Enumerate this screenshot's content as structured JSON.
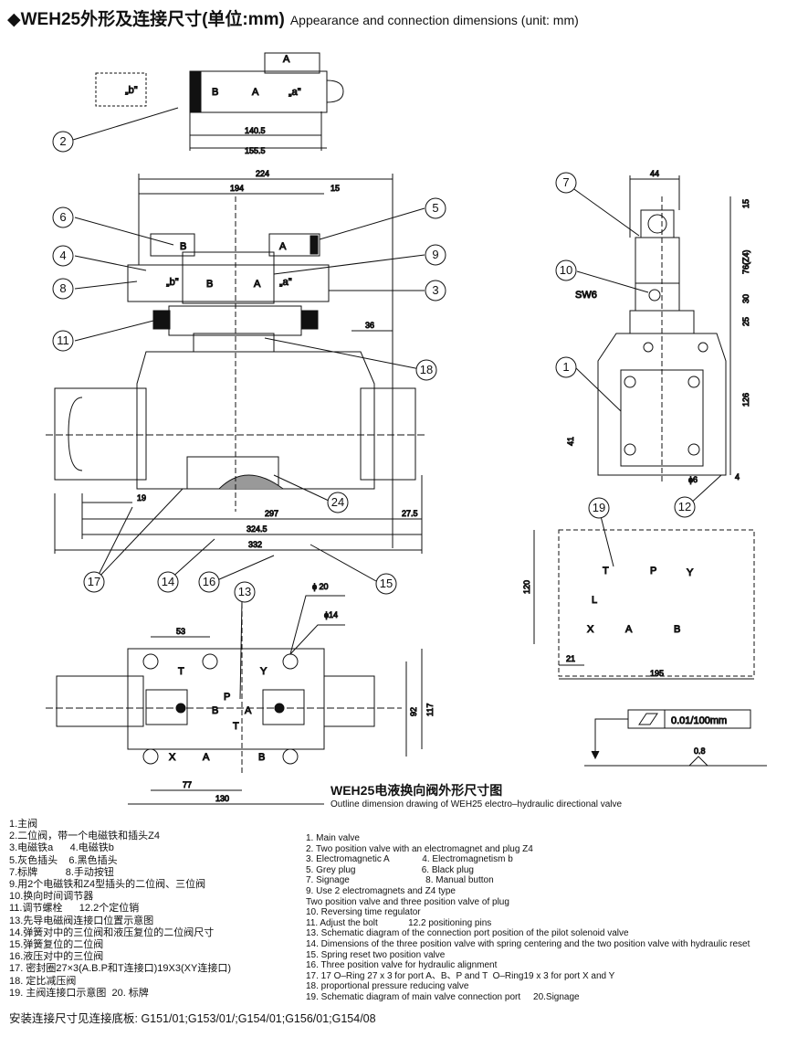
{
  "header": {
    "title_cn": "◆WEH25外形及连接尺寸(单位:mm)",
    "title_en": "Appearance and connection dimensions (unit: mm)"
  },
  "callouts": [
    "1",
    "2",
    "3",
    "4",
    "5",
    "6",
    "7",
    "8",
    "9",
    "10",
    "11",
    "12",
    "13",
    "14",
    "15",
    "16",
    "17",
    "18",
    "19",
    "24"
  ],
  "dims": {
    "d140_5": "140.5",
    "d155_5": "155.5",
    "d224": "224",
    "d194": "194",
    "d15": "15",
    "d36": "36",
    "d19": "19",
    "d297": "297",
    "d27_5": "27.5",
    "d324_5": "324.5",
    "d332": "332",
    "d44": "44",
    "d15b": "15",
    "d76": "76(Z4)",
    "d30": "30",
    "d25": "25",
    "d126": "126",
    "d41": "41",
    "d6": "ϕ6",
    "d4": "4",
    "sw6": "SW6",
    "d120": "120",
    "d21": "21",
    "d195": "195",
    "phi20": "ϕ 20",
    "phi14": "ϕ14",
    "d53": "53",
    "d77": "77",
    "d130": "130",
    "d92": "92",
    "d117": "117",
    "tol": "0.01/100mm",
    "rough": "0.8"
  },
  "marks": {
    "A": "A",
    "B": "B",
    "a": "„a\"",
    "b": "„b\"",
    "P": "P",
    "T": "T",
    "X": "X",
    "Y": "Y",
    "L": "L",
    "Ta": "T",
    "Ya": "Y"
  },
  "caption": {
    "title": "WEH25电液换向阀外形尺寸图",
    "subtitle": "Outline dimension drawing of WEH25 electro–hydraulic directional valve"
  },
  "legend_cn": [
    "1.主阀",
    "2.二位阀，带一个电磁铁和插头Z4",
    "3.电磁铁a      4.电磁铁b",
    "5.灰色插头    6.黑色插头",
    "7.标牌          8.手动按钮",
    "9.用2个电磁铁和Z4型插头的二位阀、三位阀",
    "10.换向时间调节器",
    "11.调节螺栓      12.2个定位销",
    "13.先导电磁阀连接口位置示意图",
    "14.弹簧对中的三位阀和液压复位的二位阀尺寸",
    "15.弹簧复位的二位阀",
    "16.液压对中的三位阀",
    "17. 密封圈27×3(A.B.P和T连接口)19X3(XY连接口)",
    "18. 定比减压阀",
    "19. 主阀连接口示意图  20. 标牌"
  ],
  "legend_en": [
    "1. Main valve",
    "2. Two position valve with an electromagnet and plug Z4",
    "3. Electromagnetic A             4. Electromagnetism b",
    "5. Grey plug                          6. Black plug",
    "7. Signage                              8. Manual button",
    "9. Use 2 electromagnets and Z4 type",
    "Two position valve and three position valve of plug",
    "10. Reversing time regulator",
    "11. Adjust the bolt            12.2 positioning pins",
    "13. Schematic diagram of the connection port position of the pilot solenoid valve",
    "14. Dimensions of the three position valve with spring centering and the two position valve with hydraulic reset",
    "15. Spring reset two position valve",
    "16. Three position valve for hydraulic alignment",
    "17. 17 O–Ring 27 x 3 for port A、B、P and T  O–Ring19 x 3 for port X and Y",
    "18. proportional pressure reducing valve",
    "19. Schematic diagram of main valve connection port     20.Signage"
  ],
  "footer": "安装连接尺寸见连接底板:   G151/01;G153/01/;G154/01;G156/01;G154/08"
}
